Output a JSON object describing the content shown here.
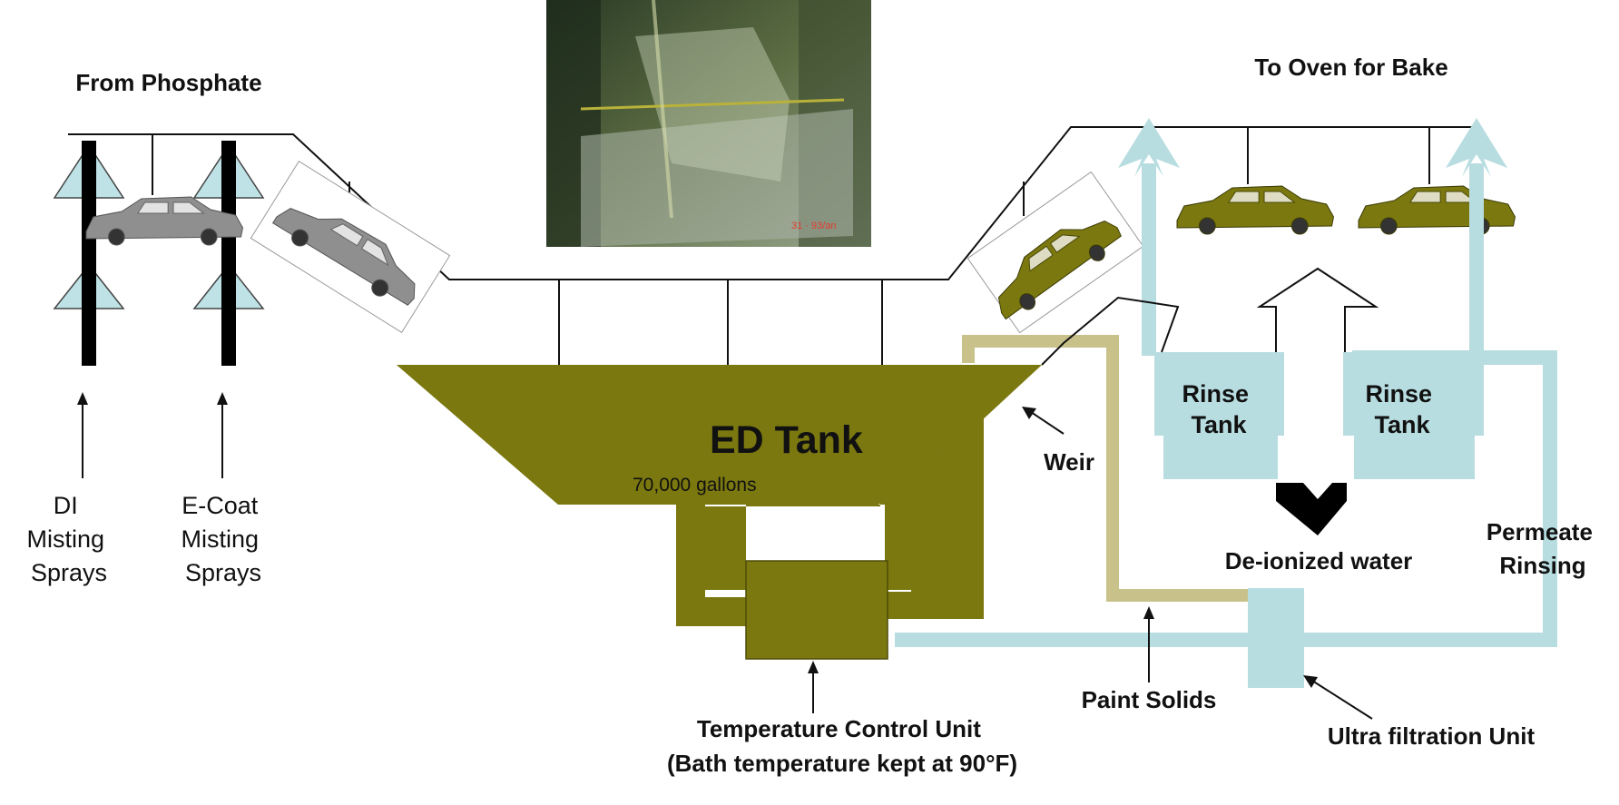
{
  "labels": {
    "from_phosphate": "From Phosphate",
    "to_oven": "To Oven for Bake",
    "ed_tank": "ED Tank",
    "ed_capacity": "70,000 gallons",
    "weir": "Weir",
    "rinse_tank_1": [
      "Rinse",
      "Tank"
    ],
    "rinse_tank_2": [
      "Rinse",
      "Tank"
    ],
    "deionized_water": "De-ionized water",
    "permeate_rinsing": [
      "Permeate",
      "Rinsing"
    ],
    "di_sprays": [
      "DI",
      "Misting",
      "Sprays"
    ],
    "ecoat_sprays": [
      "E-Coat",
      "Misting",
      "Sprays"
    ],
    "temp_control": [
      "Temperature Control Unit",
      "(Bath temperature kept at 90°F)"
    ],
    "paint_solids": "Paint Solids",
    "ultrafiltration": "Ultra filtration Unit",
    "photo_timestamp": "31 · 93/an"
  },
  "colors": {
    "paint": "#7b7810",
    "paint_light": "#c8c18a",
    "water": "#b8dde1",
    "line": "#111111",
    "car_gray": "#8f8f8f"
  }
}
